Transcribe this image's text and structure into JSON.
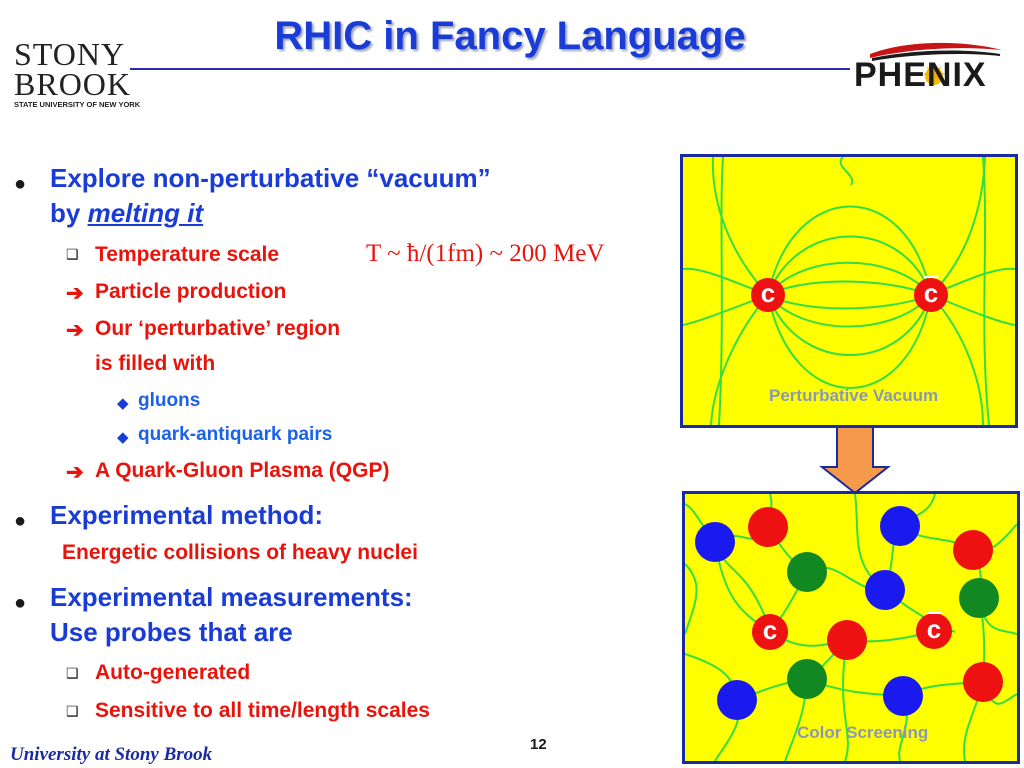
{
  "header": {
    "title": "RHIC in Fancy Language",
    "left_logo": {
      "line1": "STONY",
      "line2": "BROOK",
      "subtitle": "STATE UNIVERSITY OF NEW YORK"
    },
    "right_logo": {
      "text": "PHENIX"
    }
  },
  "bullets": {
    "b1": {
      "line1": "Explore non-perturbative “vacuum”",
      "line2_prefix": "by ",
      "line2_emph": "melting it"
    },
    "s1": {
      "label": "Temperature scale",
      "formula": "T ~ ħ/(1fm) ~ 200 MeV"
    },
    "s2": "Particle production",
    "s3": {
      "line1": "Our ‘perturbative’ region",
      "line2": "is filled with"
    },
    "s3a": "gluons",
    "s3b": "quark-antiquark pairs",
    "s4": "A Quark-Gluon Plasma (QGP)",
    "b2": {
      "line1": "Experimental method:",
      "line2": "Energetic collisions of heavy nuclei"
    },
    "b3": {
      "line1": "Experimental measurements:",
      "line2": "Use probes that are"
    },
    "s5": "Auto-generated",
    "s6": "Sensitive to all time/length scales"
  },
  "diagram": {
    "top_panel": {
      "caption": "Perturbative Vacuum",
      "quark": "c",
      "antiquark": "c"
    },
    "bottom_panel": {
      "caption": "Color Screening",
      "quark": "c",
      "antiquark": "c"
    },
    "colors": {
      "panel": "#ffff00",
      "field_line": "#33dd44",
      "quark": "#ee1111",
      "blue": "#1a1aee",
      "green": "#118822",
      "arrow": "#f59a4a"
    }
  },
  "footer": {
    "left": "University at Stony Brook",
    "page": "12"
  }
}
